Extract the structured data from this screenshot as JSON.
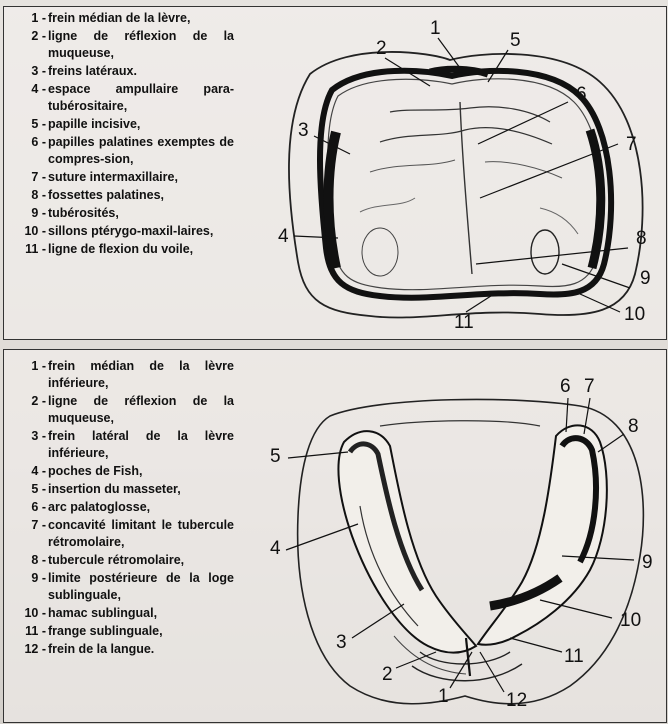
{
  "top_figure": {
    "legend": [
      {
        "num": "1 -",
        "text": "frein médian de la lèvre,"
      },
      {
        "num": "2 -",
        "text": "ligne de réflexion de la muqueuse,"
      },
      {
        "num": "3 -",
        "text": "freins latéraux."
      },
      {
        "num": "4 -",
        "text": "espace ampullaire para-tubérositaire,"
      },
      {
        "num": "5 -",
        "text": "papille incisive,"
      },
      {
        "num": "6 -",
        "text": "papilles palatines exemptes de compres-sion,"
      },
      {
        "num": "7 -",
        "text": "suture intermaxillaire,"
      },
      {
        "num": "8 -",
        "text": "fossettes palatines,"
      },
      {
        "num": "9 -",
        "text": "tubérosités,"
      },
      {
        "num": "10 -",
        "text": "sillons ptérygo-maxil-laires,"
      },
      {
        "num": "11 -",
        "text": "ligne de flexion du voile,"
      }
    ],
    "callouts": [
      "1",
      "2",
      "3",
      "4",
      "5",
      "6",
      "7",
      "8",
      "9",
      "10",
      "11"
    ]
  },
  "bottom_figure": {
    "legend": [
      {
        "num": "1 -",
        "text": "frein médian de la lèvre inférieure,"
      },
      {
        "num": "2 -",
        "text": "ligne de réflexion de la muqueuse,"
      },
      {
        "num": "3 -",
        "text": "frein latéral de la lèvre inférieure,"
      },
      {
        "num": "4 -",
        "text": "poches de Fish,"
      },
      {
        "num": "5 -",
        "text": "insertion du masseter,"
      },
      {
        "num": "6 -",
        "text": "arc palatoglosse,"
      },
      {
        "num": "7 -",
        "text": "concavité limitant le tubercule rétromolaire,"
      },
      {
        "num": "8 -",
        "text": "tubercule rétromolaire,"
      },
      {
        "num": "9 -",
        "text": "limite postérieure de la loge sublinguale,"
      },
      {
        "num": "10 -",
        "text": "hamac sublingual,"
      },
      {
        "num": "11 -",
        "text": "frange sublinguale,"
      },
      {
        "num": "12 -",
        "text": "frein de la langue."
      }
    ],
    "callouts": [
      "1",
      "2",
      "3",
      "4",
      "5",
      "6",
      "7",
      "8",
      "9",
      "10",
      "11",
      "12"
    ]
  },
  "colors": {
    "ink": "#111111",
    "paper": "#e4e1dd",
    "ghost_text": "#bdb8b2"
  }
}
